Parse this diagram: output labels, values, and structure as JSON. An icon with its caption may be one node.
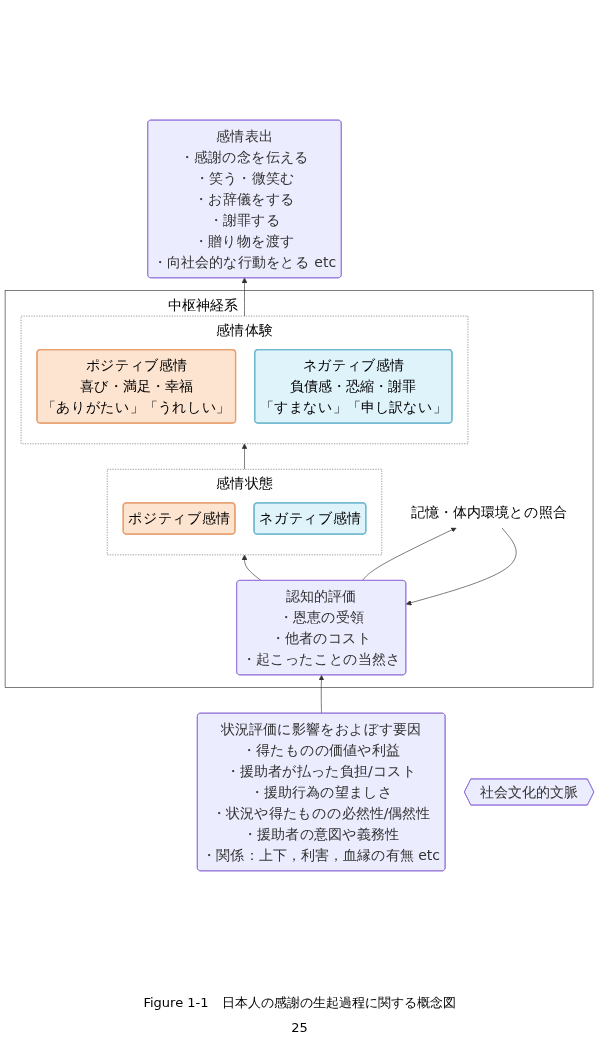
{
  "diagram": {
    "caption": "Figure 1-1　日本人の感謝の生起過程に関する概念図",
    "nodes": [
      {
        "text": [
          "中枢神経系"
        ]
      },
      {
        "text": [
          "感情体験"
        ],
        "in": 0
      },
      {
        "text": [
          "ポジティブ感情",
          "喜び・満足・幸福",
          "「ありがたい」「うれしい」"
        ],
        "in": 1
      },
      {
        "text": [
          "ネガティブ感情",
          "負債感・恐縮・謝罪",
          "「すまない」「申し訳ない」"
        ],
        "in": 1
      },
      {
        "text": [
          "感情状態"
        ],
        "in": 0
      },
      {
        "text": [
          "ポジティブ感情"
        ],
        "in": 4
      },
      {
        "text": [
          "ネガティブ感情"
        ],
        "in": 4
      },
      {
        "text": [
          "認知的評価",
          "・恩恵の受領",
          "・他者のコスト",
          "・起こったことの当然さ"
        ],
        "in": 0
      },
      {
        "text": [
          "記憶・体内環境との照合"
        ],
        "in": 0
      },
      {
        "text": [
          "状況評価に影響をおよぼす要因",
          "・得たものの価値や利益",
          "・援助者が払った負担/コスト",
          "・援助行為の望ましさ",
          "・状況や得たものの必然性/偶然性",
          "・援助者の意図や義務性",
          "・関係：上下，利害，血縁の有無 etc"
        ]
      },
      {
        "text": [
          "感情表出",
          "・感謝の念を伝える",
          "・笑う・微笑む",
          "・お辞儀をする",
          "・謝罪する",
          "・贈り物を渡す",
          "・向社会的な行動をとる etc"
        ]
      },
      {
        "text": [
          "社会文化的文脈"
        ]
      }
    ],
    "edges": [
      {
        "from": 9,
        "to": 7,
        "arrow": "to"
      },
      {
        "from": 7,
        "to": 8,
        "arrow": "to"
      },
      {
        "from": 8,
        "to": 7,
        "arrow": "to"
      },
      {
        "from": 7,
        "to": 4,
        "arrow": "to"
      },
      {
        "from": 4,
        "to": 1,
        "arrow": "to"
      },
      {
        "from": 1,
        "to": 10,
        "arrow": "to"
      }
    ],
    "labels": [
      "25"
    ]
  }
}
